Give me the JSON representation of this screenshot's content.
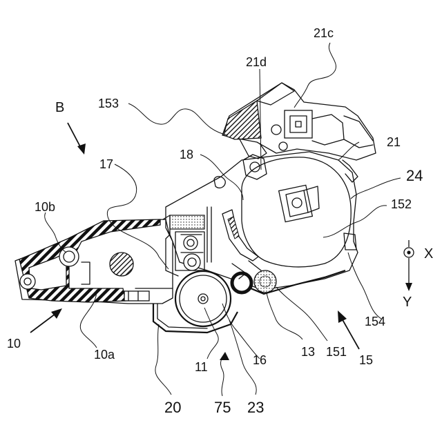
{
  "labels": {
    "l_21c": "21c",
    "l_21d": "21d",
    "l_153": "153",
    "l_B": "B",
    "l_21": "21",
    "l_18": "18",
    "l_17": "17",
    "l_24": "24",
    "l_152": "152",
    "l_10b": "10b",
    "l_X": "X",
    "l_Y": "Y",
    "l_154": "154",
    "l_10": "10",
    "l_10a": "10a",
    "l_13": "13",
    "l_151": "151",
    "l_15": "15",
    "l_11": "11",
    "l_16": "16",
    "l_20": "20",
    "l_75": "75",
    "l_23": "23"
  }
}
